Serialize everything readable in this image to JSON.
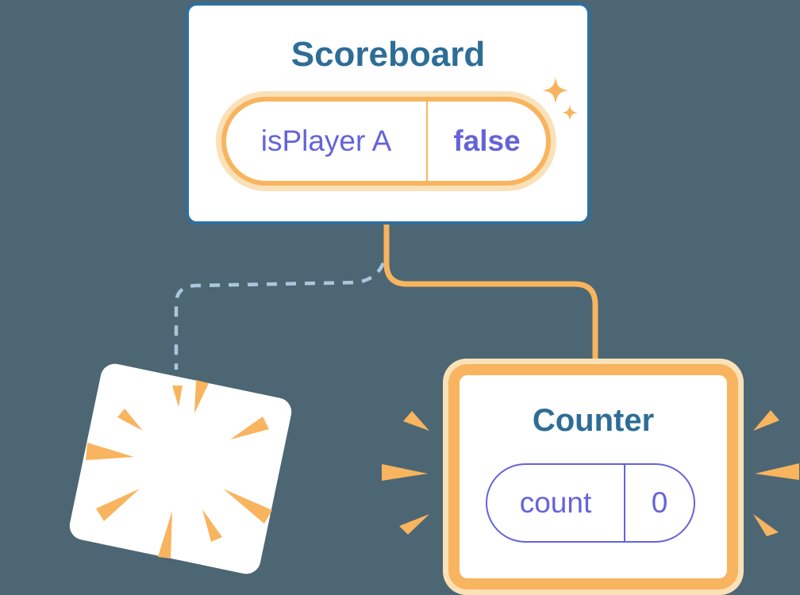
{
  "colors": {
    "background": "#4d6673",
    "card_border_blue": "#2f6f9e",
    "title_blue": "#2d6d96",
    "orange": "#f8b45e",
    "orange_light": "#fae1b8",
    "purple": "#6563d9",
    "dashed_blue": "#a9c7dd",
    "card_white": "#ffffff"
  },
  "diagram": {
    "scoreboard": {
      "title": "Scoreboard",
      "state_name": "isPlayer A",
      "state_value": "false"
    },
    "counter": {
      "title": "Counter",
      "state_name": "count",
      "state_value": "0"
    }
  },
  "icons": {
    "sparkles": "two four-point stars marking fresh state",
    "explosion_burst": "radial orange wedges over destroyed component card",
    "emphasis_burst": "orange ray wedges flanking the new Counter card"
  },
  "connections": {
    "solid_line": "Scoreboard to new Counter (orange, kept subtree)",
    "dashed_line": "Scoreboard to removed component (dashed blue, destroyed subtree)"
  }
}
